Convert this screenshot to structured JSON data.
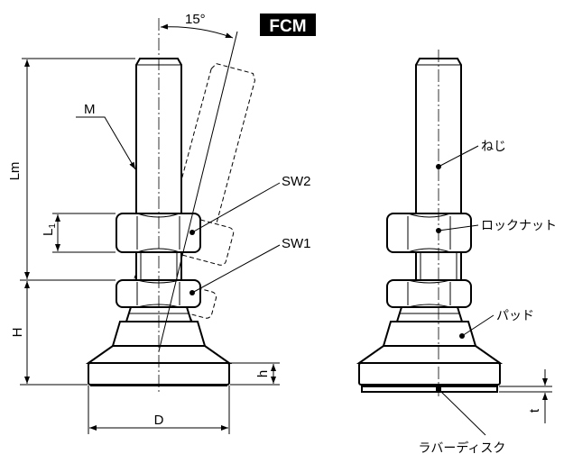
{
  "title_badge": "FCM",
  "angle_label": "15°",
  "left_view": {
    "labels": {
      "M": "M",
      "Lm": "Lm",
      "L1": "L",
      "L1_sub": "1",
      "H": "H",
      "h": "h",
      "D": "D",
      "SW2": "SW2",
      "SW1": "SW1"
    }
  },
  "right_view": {
    "labels": {
      "thread": "ねじ",
      "locknut": "ロックナット",
      "pad": "パッド",
      "rubber_disc": "ラバーディスク",
      "t": "t"
    }
  }
}
